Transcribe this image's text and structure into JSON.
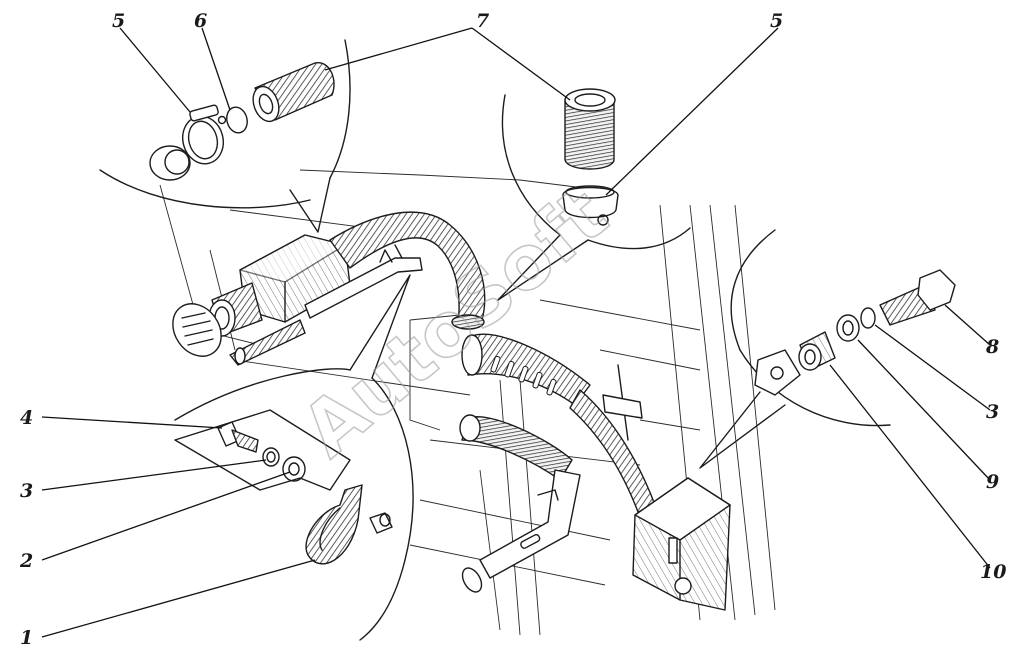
{
  "watermark": "AutoSoft",
  "callouts": [
    {
      "id": "top-left-5",
      "text": "5"
    },
    {
      "id": "top-6",
      "text": "6"
    },
    {
      "id": "top-7",
      "text": "7"
    },
    {
      "id": "top-right-5",
      "text": "5"
    },
    {
      "id": "right-8",
      "text": "8"
    },
    {
      "id": "right-3",
      "text": "3"
    },
    {
      "id": "right-9",
      "text": "9"
    },
    {
      "id": "right-10",
      "text": "10"
    },
    {
      "id": "left-4",
      "text": "4"
    },
    {
      "id": "left-3",
      "text": "3"
    },
    {
      "id": "left-2",
      "text": "2"
    },
    {
      "id": "left-1",
      "text": "1"
    }
  ]
}
